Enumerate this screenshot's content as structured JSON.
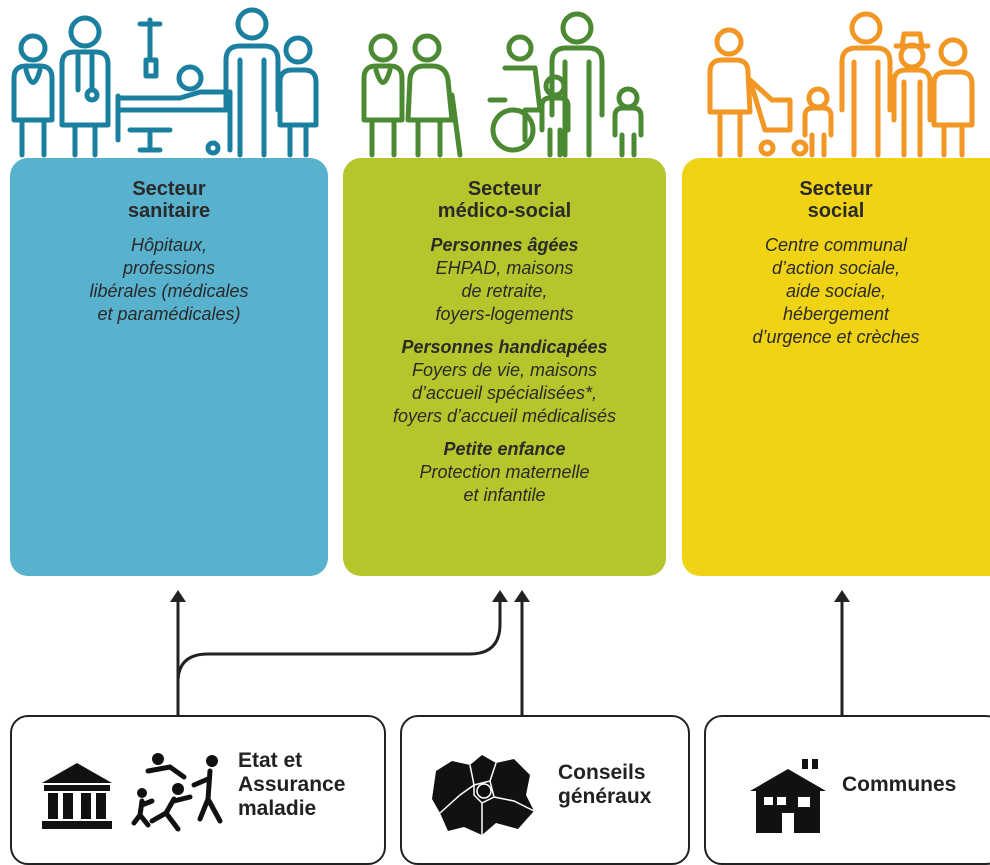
{
  "colors": {
    "sanitaire": "#58b1cd",
    "medico": "#b5c52b",
    "social": "#f0d314",
    "sanitaire_people": "#1b809f",
    "medico_people": "#4b8a32",
    "social_people": "#f29624",
    "ink": "#222222"
  },
  "sectors": {
    "sanitaire": {
      "title_l1": "Secteur",
      "title_l2": "sanitaire",
      "text": [
        "Hôpitaux,",
        "professions",
        "libérales (médicales",
        "et paramédicales)"
      ]
    },
    "medico": {
      "title_l1": "Secteur",
      "title_l2": "médico-social",
      "groups": [
        {
          "head": "Personnes âgées",
          "lines": [
            "EHPAD, maisons",
            "de retraite,",
            "foyers-logements"
          ]
        },
        {
          "head": "Personnes handicapées",
          "lines": [
            "Foyers de vie, maisons",
            "d’accueil spécialisées*,",
            "foyers d’accueil médicalisés"
          ]
        },
        {
          "head": "Petite enfance",
          "lines": [
            "Protection maternelle",
            "et infantile"
          ]
        }
      ]
    },
    "social": {
      "title_l1": "Secteur",
      "title_l2": "social",
      "text": [
        "Centre communal",
        "d’action sociale,",
        "aide sociale,",
        "hébergement",
        "d’urgence et crèches"
      ]
    }
  },
  "funders": {
    "etat": {
      "l1": "Etat et",
      "l2": "Assurance",
      "l3": "maladie",
      "icons": [
        "building-icon",
        "people-running-icon"
      ]
    },
    "conseils": {
      "l1": "Conseils",
      "l2": "généraux",
      "icons": [
        "map-icon"
      ]
    },
    "communes": {
      "l1": "Communes",
      "icons": [
        "house-icon"
      ]
    }
  },
  "people_icons": [
    "health-people-icons",
    "medico-social-people-icons",
    "social-people-icons"
  ]
}
